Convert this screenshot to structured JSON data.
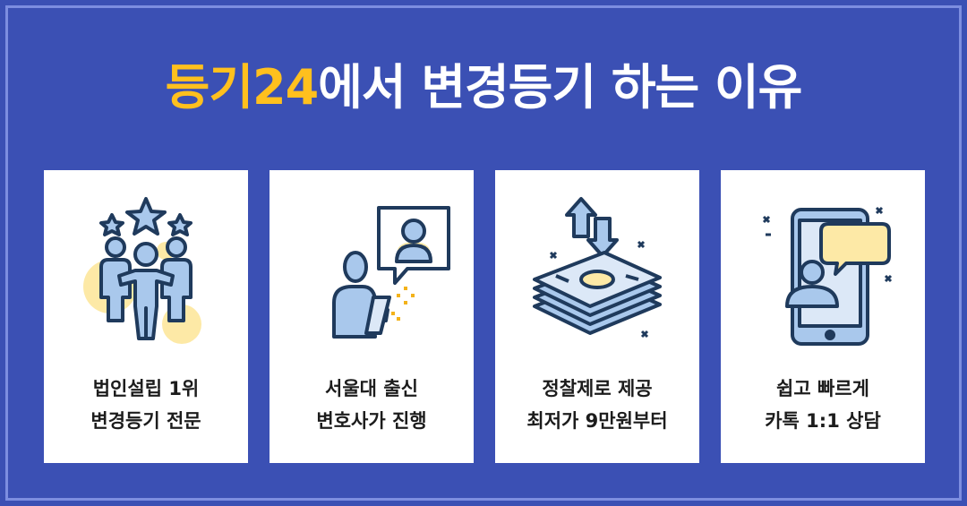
{
  "title": {
    "accent": "등기24",
    "rest": "에서 변경등기 하는 이유"
  },
  "cards": [
    {
      "icon": "team-stars-icon",
      "line1": "법인설립 1위",
      "line2": "변경등기 전문"
    },
    {
      "icon": "consultation-icon",
      "line1": "서울대 출신",
      "line2": "변호사가 진행"
    },
    {
      "icon": "money-stack-icon",
      "line1": "정찰제로 제공",
      "line2": "최저가 9만원부터"
    },
    {
      "icon": "smartphone-chat-icon",
      "line1": "쉽고 빠르게",
      "line2": "카톡 1:1 상담"
    }
  ],
  "colors": {
    "background": "#3b50b4",
    "accent": "#ffc01e",
    "icon_fill": "#a9c8ec",
    "icon_stroke": "#1f3a5c",
    "highlight": "#fde9a6"
  }
}
